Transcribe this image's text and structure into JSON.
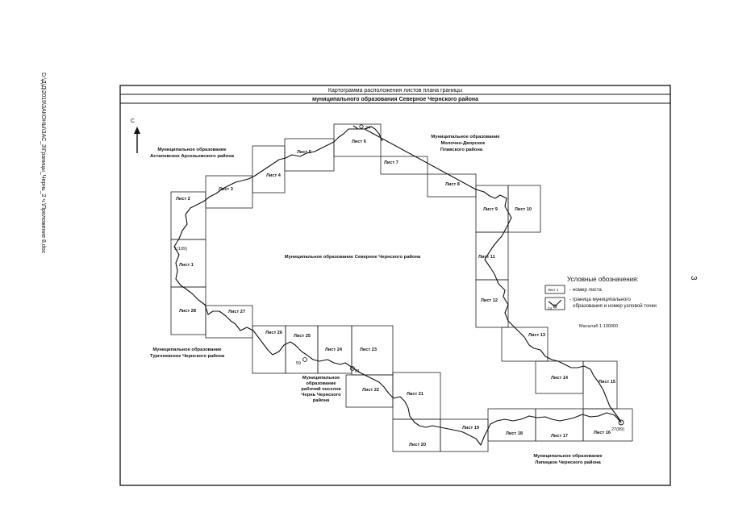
{
  "document": {
    "side_path": "D:\\Д\\Д\\2019\\ЗАКОНЫ\\ЗАС_3\\Границы_Чернь_2 ч.\\Приложение 8.doc",
    "page_number": "3"
  },
  "map": {
    "title_line1": "Картограмма расположения листов плана границы",
    "title_line2": "муниципального образования Северное Чернского района",
    "north_label": "С",
    "center_label": "Муниципальное образование Северное Чернского района",
    "regions": [
      {
        "lines": [
          "Муниципальное образование",
          "Астаповское Арсеньевского района"
        ]
      },
      {
        "lines": [
          "Муниципальное образование",
          "Молочно-Дворское",
          "Плавского района"
        ]
      },
      {
        "lines": [
          "Муниципальное образование",
          "Тургеневское Чернского района"
        ]
      },
      {
        "lines": [
          "Муниципальное",
          "образование",
          "рабочий поселок",
          "Чернь Чернского",
          "района"
        ]
      },
      {
        "lines": [
          "Муниципальное образование",
          "Липицкое Чернского района"
        ]
      }
    ],
    "sheets": [
      "Лист 1",
      "Лист 2",
      "Лист 3",
      "Лист 4",
      "Лист 5",
      "Лист 6",
      "Лист 7",
      "Лист 8",
      "Лист 9",
      "Лист 10",
      "Лист 11",
      "Лист 12",
      "Лист 13",
      "Лист 14",
      "Лист 15",
      "Лист 16",
      "Лист 17",
      "Лист 18",
      "Лист 19",
      "Лист 20",
      "Лист 21",
      "Лист 22",
      "Лист 23",
      "Лист 24",
      "Лист 25",
      "Лист 26",
      "Лист 27",
      "Лист 28"
    ],
    "points": [
      "24",
      "1(109)",
      "59",
      "61",
      "27(89)"
    ],
    "legend": {
      "title": "Условные обозначения:",
      "sheet_sample": "Лист 1",
      "sheet_desc": "- номер листа",
      "boundary_sample": "24",
      "boundary_desc_line1": "- граница муниципального",
      "boundary_desc_line2": "образования и  номер узловой точки",
      "scale": "Масштаб 1:130000"
    }
  }
}
